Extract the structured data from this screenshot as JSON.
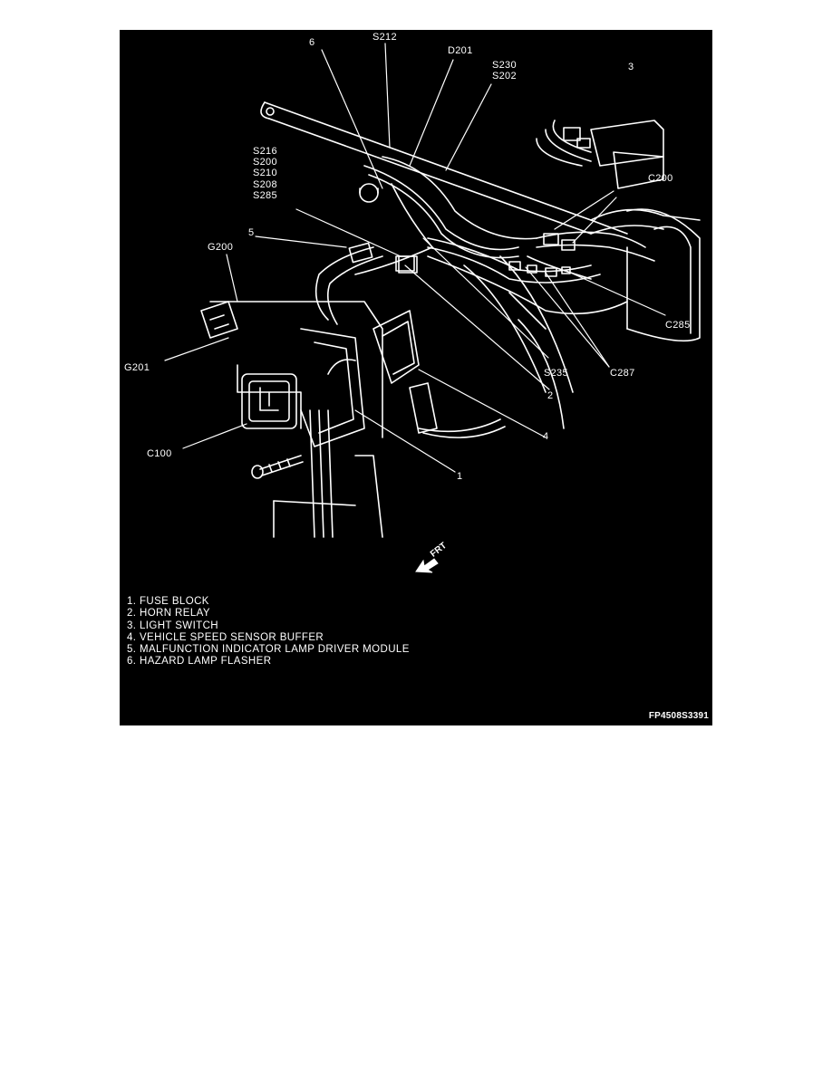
{
  "diagram": {
    "callouts": {
      "n6": "6",
      "s212": "S212",
      "d201": "D201",
      "s230_s202": [
        "S230",
        "S202"
      ],
      "n3": "3",
      "s_stack": [
        "S216",
        "S200",
        "S210",
        "S208",
        "S285"
      ],
      "n5": "5",
      "g200": "G200",
      "c200": "C200",
      "c285": "C285",
      "g201": "G201",
      "s235": "S235",
      "c287": "C287",
      "n2": "2",
      "n4": "4",
      "c100": "C100",
      "n1": "1"
    },
    "direction_label": "FRT",
    "legend": [
      "1.  FUSE BLOCK",
      "2.  HORN RELAY",
      "3.  LIGHT SWITCH",
      "4.  VEHICLE SPEED SENSOR BUFFER",
      "5.  MALFUNCTION INDICATOR LAMP DRIVER MODULE",
      "6.  HAZARD LAMP FLASHER"
    ],
    "figure_code": "FP4508S3391",
    "colors": {
      "background": "#000000",
      "ink": "#ffffff",
      "page": "#ffffff"
    }
  }
}
